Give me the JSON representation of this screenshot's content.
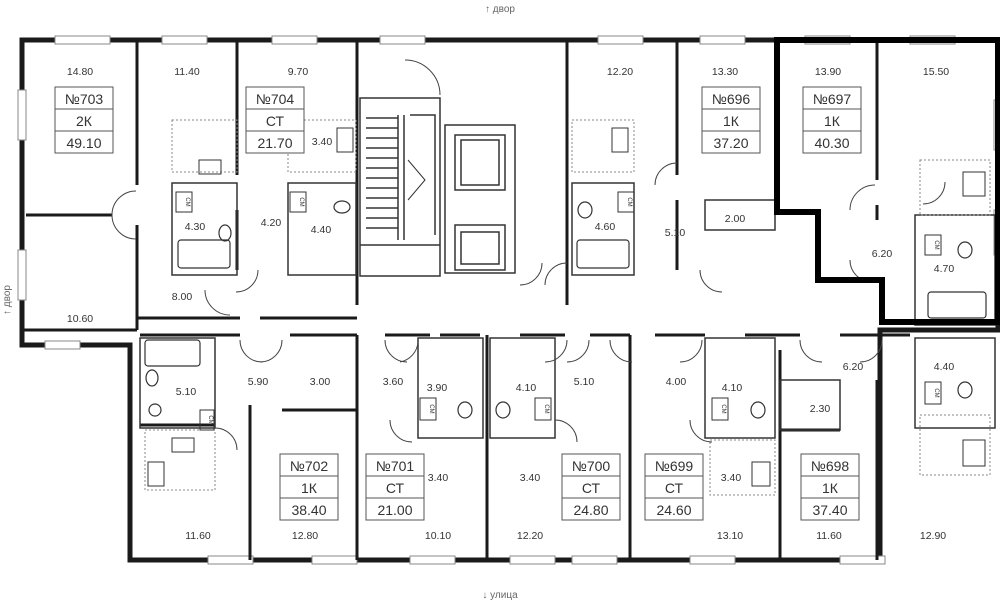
{
  "compass": {
    "top": "↑ двор",
    "left": "↑ двор",
    "bottom": "↓ улица"
  },
  "apartments": [
    {
      "id": "703",
      "number": "№703",
      "type": "2К",
      "area": "49.10"
    },
    {
      "id": "704",
      "number": "№704",
      "type": "СТ",
      "area": "21.70"
    },
    {
      "id": "696",
      "number": "№696",
      "type": "1К",
      "area": "37.20"
    },
    {
      "id": "697",
      "number": "№697",
      "type": "1К",
      "area": "40.30",
      "highlighted": true
    },
    {
      "id": "702",
      "number": "№702",
      "type": "1К",
      "area": "38.40"
    },
    {
      "id": "701",
      "number": "№701",
      "type": "СТ",
      "area": "21.00"
    },
    {
      "id": "700",
      "number": "№700",
      "type": "СТ",
      "area": "24.80"
    },
    {
      "id": "699",
      "number": "№699",
      "type": "СТ",
      "area": "24.60"
    },
    {
      "id": "698",
      "number": "№698",
      "type": "1К",
      "area": "37.40"
    }
  ],
  "room_areas": [
    "14.80",
    "11.40",
    "9.70",
    "3.40",
    "12.20",
    "13.30",
    "13.90",
    "15.50",
    "4.30",
    "4.20",
    "4.40",
    "4.60",
    "5.10",
    "2.00",
    "6.20",
    "4.70",
    "8.00",
    "10.60",
    "5.10",
    "5.90",
    "3.00",
    "3.60",
    "3.90",
    "4.10",
    "5.10",
    "4.00",
    "4.10",
    "6.20",
    "4.40",
    "2.30",
    "3.40",
    "3.40",
    "3.40",
    "11.60",
    "12.80",
    "10.10",
    "12.20",
    "13.10",
    "11.60",
    "12.90"
  ],
  "washer_label": "СМ",
  "colors": {
    "wall": "#1a1a1a",
    "thin_line": "#555555",
    "highlight": "#000000",
    "text": "#333333"
  }
}
